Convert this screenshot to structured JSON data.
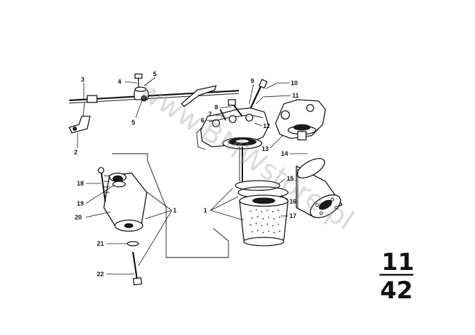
{
  "watermark": "www.BMWstore.pl",
  "page_code": {
    "group": "11",
    "page": "42"
  },
  "callouts": [
    {
      "id": "c1a",
      "text": "1"
    },
    {
      "id": "c1b",
      "text": "1"
    },
    {
      "id": "c2",
      "text": "2"
    },
    {
      "id": "c3",
      "text": "3"
    },
    {
      "id": "c4",
      "text": "4"
    },
    {
      "id": "c5a",
      "text": "5"
    },
    {
      "id": "c5b",
      "text": "5"
    },
    {
      "id": "c6",
      "text": "6"
    },
    {
      "id": "c7",
      "text": "7"
    },
    {
      "id": "c8",
      "text": "8"
    },
    {
      "id": "c9",
      "text": "9"
    },
    {
      "id": "c10",
      "text": "10"
    },
    {
      "id": "c11",
      "text": "11"
    },
    {
      "id": "c12",
      "text": "12"
    },
    {
      "id": "c13",
      "text": "13"
    },
    {
      "id": "c14",
      "text": "14"
    },
    {
      "id": "c15",
      "text": "15"
    },
    {
      "id": "c16",
      "text": "16"
    },
    {
      "id": "c17",
      "text": "17"
    },
    {
      "id": "c18",
      "text": "18"
    },
    {
      "id": "c19",
      "text": "19"
    },
    {
      "id": "c20",
      "text": "20"
    },
    {
      "id": "c21",
      "text": "21"
    },
    {
      "id": "c22",
      "text": "22"
    }
  ]
}
